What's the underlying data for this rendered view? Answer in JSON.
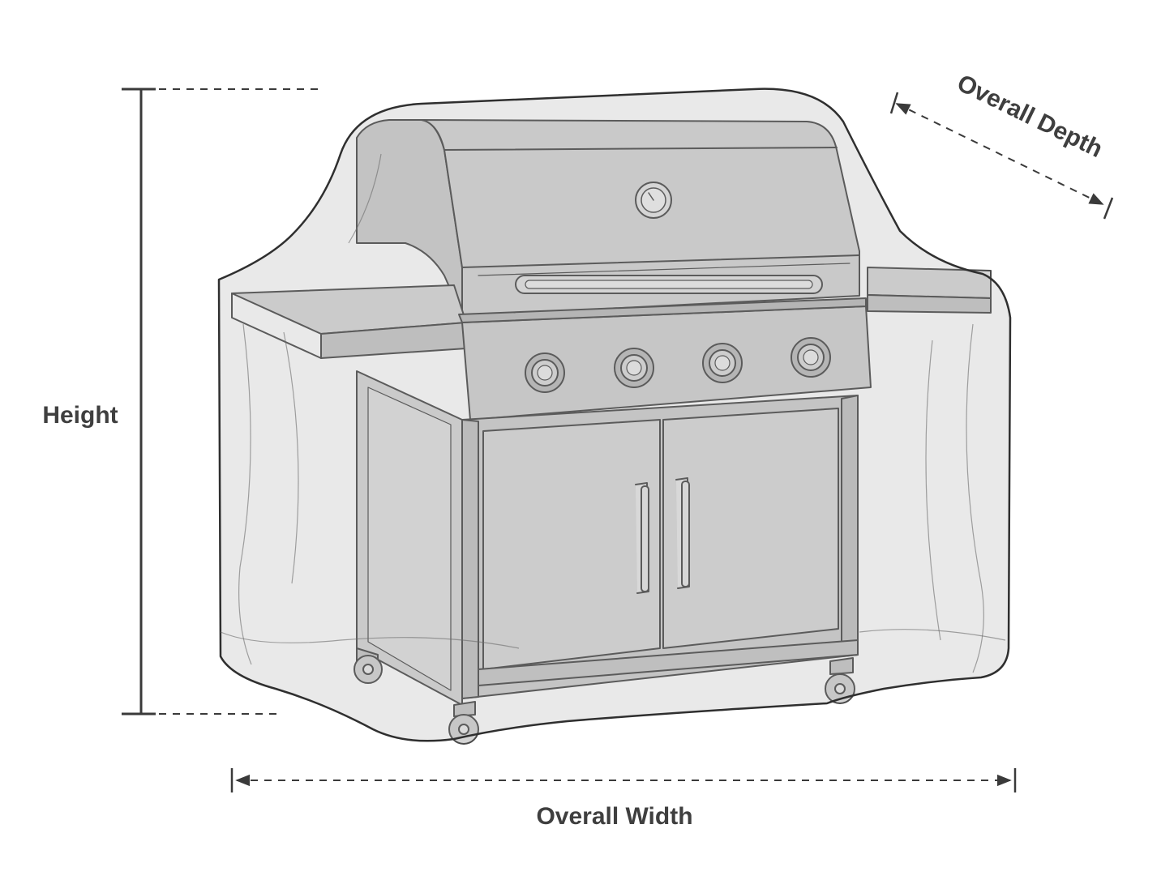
{
  "diagram": {
    "subject": "grill-with-cover",
    "line_color": "#4a4a4a",
    "cover_color": "#3a3a3a",
    "labels": {
      "height": "Height",
      "width": "Overall Width",
      "depth": "Overall Depth"
    },
    "parts": {
      "burner_knobs": 4,
      "doors": 2,
      "casters": 4
    }
  }
}
